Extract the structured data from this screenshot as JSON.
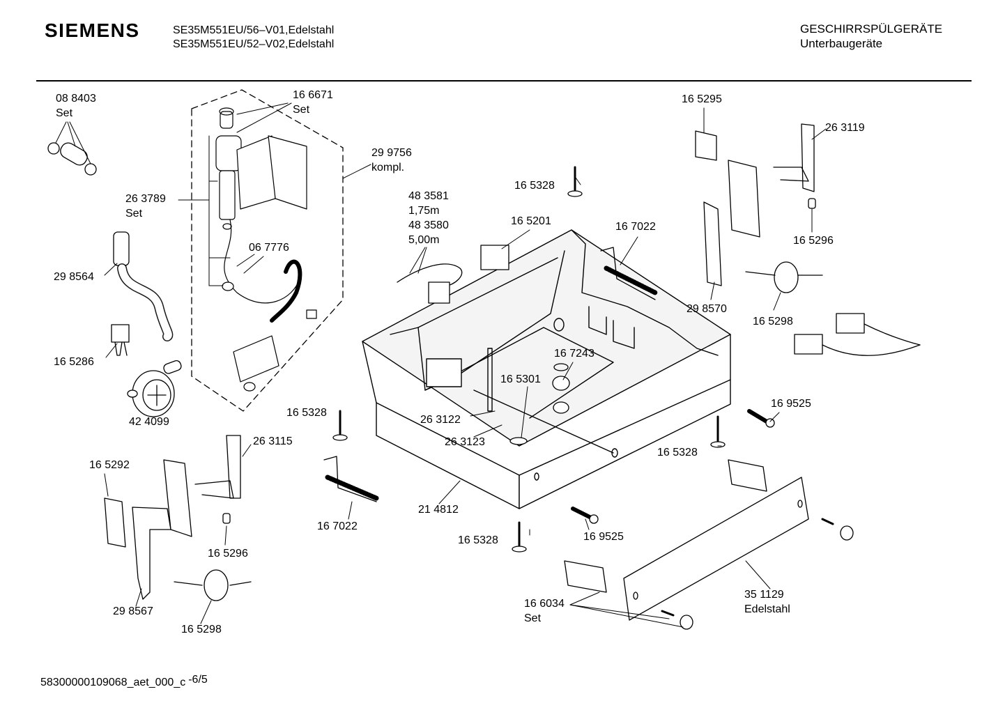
{
  "header": {
    "brand": "SIEMENS",
    "model_line_1": "SE35M551EU/56–V01,Edelstahl",
    "model_line_2": "SE35M551EU/52–V02,Edelstahl",
    "category": "GESCHIRRSPÜLGERÄTE",
    "subcategory": "Unterbaugeräte"
  },
  "footer": {
    "doc_id": "58300000109068_aet_000_c",
    "page": "-6/5"
  },
  "parts": {
    "p088403": "08 8403",
    "p088403_note": "Set",
    "p166671": "16 6671",
    "p166671_note": "Set",
    "p299756": "29 9756",
    "p299756_note": "kompl.",
    "p263789": "26 3789",
    "p263789_note": "Set",
    "p298564": "29 8564",
    "p067776": "06 7776",
    "p165286": "16 5286",
    "p424099": "42 4099",
    "p483581": "48 3581",
    "p483581_note": "1,75m",
    "p483580": "48 3580",
    "p483580_note": "5,00m",
    "p165201": "16 5201",
    "p165328_top": "16 5328",
    "p167022_right": "16 7022",
    "p165295": "16 5295",
    "p263119": "26 3119",
    "p165296_right": "16 5296",
    "p298570": "29 8570",
    "p165298_right": "16 5298",
    "p167243": "16 7243",
    "p165301": "16 5301",
    "p263122": "26 3122",
    "p263123": "26 3123",
    "p165328_left": "16 5328",
    "p169525_right": "16 9525",
    "p165328_right": "16 5328",
    "p263115": "26 3115",
    "p165292": "16 5292",
    "p167022_left": "16 7022",
    "p214812": "21 4812",
    "p165296_left": "16 5296",
    "p298567": "29 8567",
    "p165298_left": "16 5298",
    "p165328_bottom": "16 5328",
    "p169525_bottom": "16 9525",
    "p166034": "16 6034",
    "p166034_note": "Set",
    "p351129": "35 1129",
    "p351129_note": "Edelstahl"
  }
}
